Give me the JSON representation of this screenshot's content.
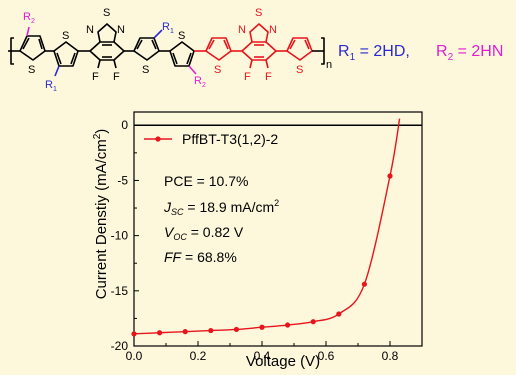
{
  "structure": {
    "atoms": {
      "sulfur": "S",
      "nitrogen": "N",
      "fluorine": "F",
      "r1": "R",
      "r1_sub": "1",
      "r2": "R",
      "r2_sub": "2",
      "repeat": "n"
    },
    "legend_r1": {
      "prefix": "R",
      "sub": "1",
      "value": " = 2HD,"
    },
    "legend_r2": {
      "prefix": "R",
      "sub": "2",
      "value": " = 2HN"
    },
    "colors": {
      "black_units": "#000000",
      "red_units": "#e8141c",
      "r1_color": "#2a2ad0",
      "r2_color": "#e01fd0"
    }
  },
  "chart_data": {
    "type": "line",
    "xlabel": "Voltage (V)",
    "ylabel": {
      "text": "Current Denstiy (mA/cm",
      "sup": "2",
      "close": ")"
    },
    "xlim": [
      0.0,
      0.9
    ],
    "ylim": [
      -20,
      1.2
    ],
    "xticks": [
      "0.0",
      "0.2",
      "0.4",
      "0.6",
      "0.8"
    ],
    "yticks": [
      "0",
      "-5",
      "-10",
      "-15",
      "-20"
    ],
    "xtick_values": [
      0.0,
      0.2,
      0.4,
      0.6,
      0.8
    ],
    "ytick_values": [
      0,
      -5,
      -10,
      -15,
      -20
    ],
    "series": [
      {
        "name": "PffBT-T3(1,2)-2",
        "color": "#e8141c",
        "x": [
          0.0,
          0.08,
          0.16,
          0.24,
          0.32,
          0.4,
          0.48,
          0.56,
          0.64,
          0.72,
          0.8,
          0.83
        ],
        "y": [
          -18.9,
          -18.8,
          -18.7,
          -18.6,
          -18.5,
          -18.3,
          -18.1,
          -17.8,
          -17.1,
          -14.4,
          -4.6,
          0.6
        ]
      }
    ],
    "reference_line_y": 0,
    "annotations": {
      "pce": "PCE = 10.7%",
      "jsc": {
        "label": "J",
        "sub": "SC",
        "value": " = 18.9 mA/cm",
        "sup": "2"
      },
      "voc": {
        "label": "V",
        "sub": "OC",
        "value": " = 0.82 V"
      },
      "ff": {
        "label": "FF",
        "value": " = 68.8%"
      }
    }
  }
}
